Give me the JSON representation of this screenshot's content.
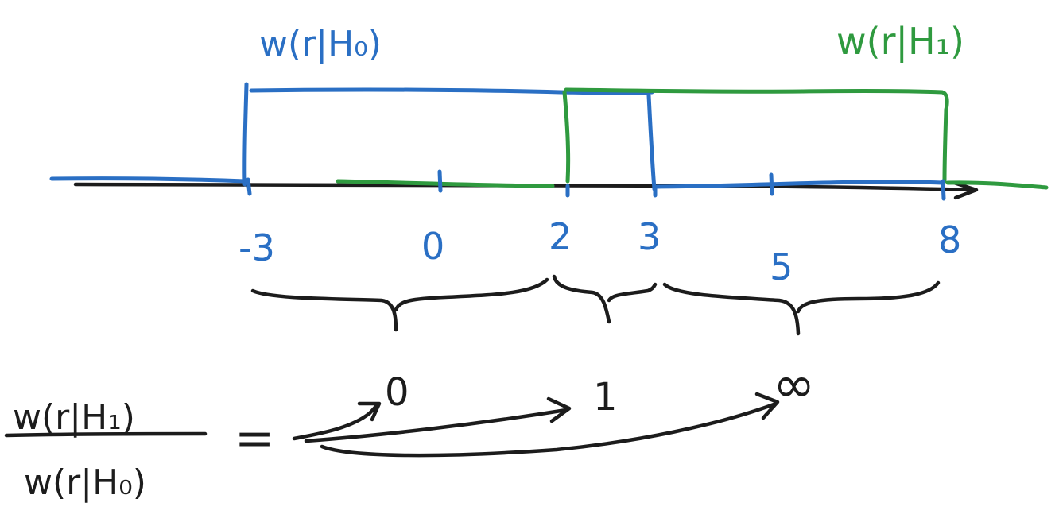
{
  "colors": {
    "h0": "#2a6fc4",
    "h1": "#2f9a3f",
    "ink": "#1c1c1c",
    "background": "#ffffff"
  },
  "labels": {
    "density_h0": "w(r|H₀)",
    "density_h1": "w(r|H₁)",
    "ratio_numerator": "w(r|H₁)",
    "ratio_denominator": "w(r|H₀)",
    "equals": "="
  },
  "axis_ticks": [
    {
      "label": "-3",
      "value": -3
    },
    {
      "label": "0",
      "value": 0
    },
    {
      "label": "2",
      "value": 2
    },
    {
      "label": "3",
      "value": 3
    },
    {
      "label": "5",
      "value": 5
    },
    {
      "label": "8",
      "value": 8
    }
  ],
  "ratio_results": [
    {
      "label": "0",
      "interval": [
        -3,
        2
      ]
    },
    {
      "label": "1",
      "interval": [
        2,
        3
      ]
    },
    {
      "label": "∞",
      "interval": [
        3,
        8
      ]
    }
  ],
  "densities": {
    "h0_support": [
      -3,
      3
    ],
    "h1_support": [
      2,
      8
    ]
  }
}
